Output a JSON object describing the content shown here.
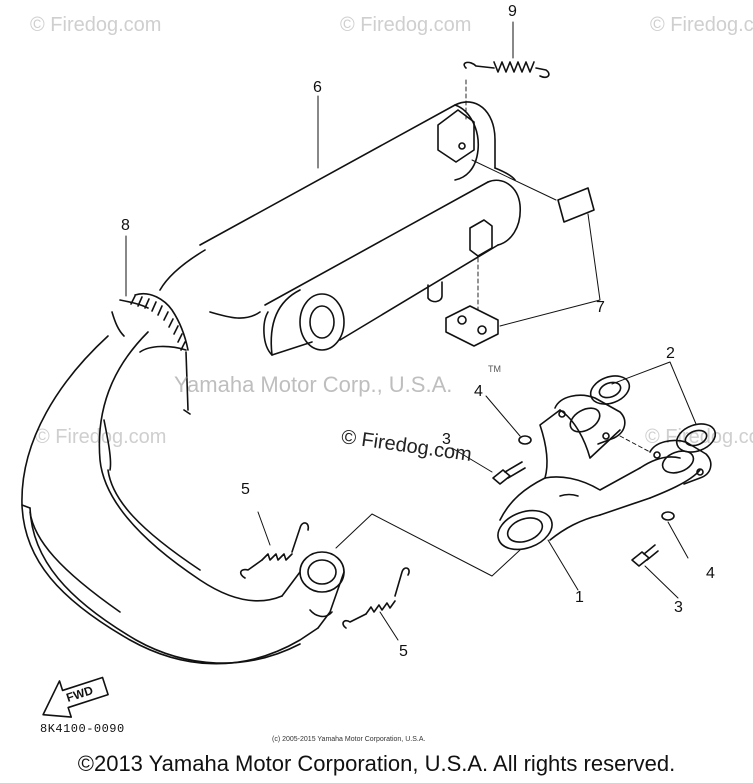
{
  "watermarks": {
    "tile": "© Firedog.com",
    "center_brand": "Yamaha Motor Corp., U.S.A.",
    "trademark": "TM",
    "center_site": "© Firedog.com"
  },
  "callouts": {
    "c1": "1",
    "c2": "2",
    "c3a": "3",
    "c3b": "3",
    "c4a": "4",
    "c4b": "4",
    "c5a": "5",
    "c5b": "5",
    "c6": "6",
    "c7": "7",
    "c8": "8",
    "c9": "9"
  },
  "fwd_label": "FWD",
  "part_code": "8K4100-0090",
  "small_copyright": "(c) 2005-2015 Yamaha Motor Corporation, U.S.A.",
  "footer": "©2013 Yamaha Motor Corporation, U.S.A. All rights reserved."
}
